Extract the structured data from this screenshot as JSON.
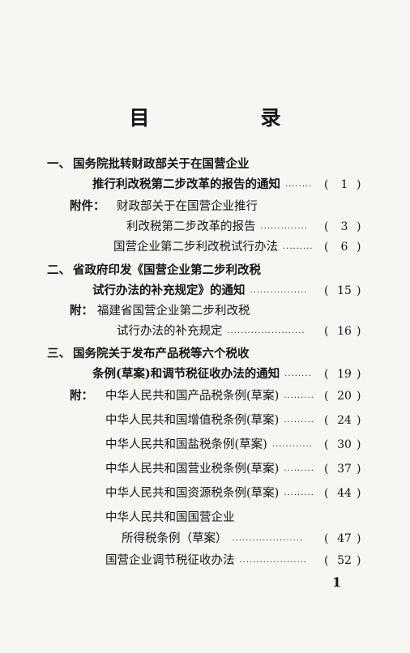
{
  "title": "目　录",
  "sections": [
    {
      "num": "一、",
      "lines": [
        "国务院批转财政部关于在国营企业",
        "推行利改税第二步改革的报告的通知"
      ],
      "page": "1",
      "attachments": [
        {
          "prefix": "附件：",
          "lines": [
            "财政部关于在国营企业推行",
            "利改税第二步改革的报告"
          ],
          "page": "3"
        },
        {
          "prefix": "",
          "lines": [
            "国营企业第二步利改税试行办法"
          ],
          "page": "6"
        }
      ]
    },
    {
      "num": "二、",
      "lines": [
        "省政府印发《国营企业第二步利改税",
        "试行办法的补充规定》的通知"
      ],
      "page": "15",
      "attachments": [
        {
          "prefix": "附：",
          "lines": [
            "福建省国营企业第二步利改税",
            "试行办法的补充规定"
          ],
          "page": "16"
        }
      ]
    },
    {
      "num": "三、",
      "lines": [
        "国务院关于发布产品税等六个税收",
        "条例(草案)和调节税征收办法的通知"
      ],
      "page": "19",
      "attachments": [
        {
          "prefix": "附：",
          "lines": [
            "中华人民共和国产品税条例(草案)"
          ],
          "page": "20"
        },
        {
          "prefix": "",
          "lines": [
            "中华人民共和国增值税条例(草案)"
          ],
          "page": "24"
        },
        {
          "prefix": "",
          "lines": [
            "中华人民共和国盐税条例(草案)"
          ],
          "page": "30"
        },
        {
          "prefix": "",
          "lines": [
            "中华人民共和国营业税条例(草案)"
          ],
          "page": "37"
        },
        {
          "prefix": "",
          "lines": [
            "中华人民共和国资源税条例(草案)"
          ],
          "page": "44"
        },
        {
          "prefix": "",
          "lines": [
            "中华人民共和国国营企业",
            "所得税条例（草案）"
          ],
          "page": "47"
        },
        {
          "prefix": "",
          "lines": [
            "国营企业调节税征收办法"
          ],
          "page": "52"
        }
      ]
    }
  ],
  "folio": "1",
  "open_paren": "(",
  "close_paren": ")"
}
